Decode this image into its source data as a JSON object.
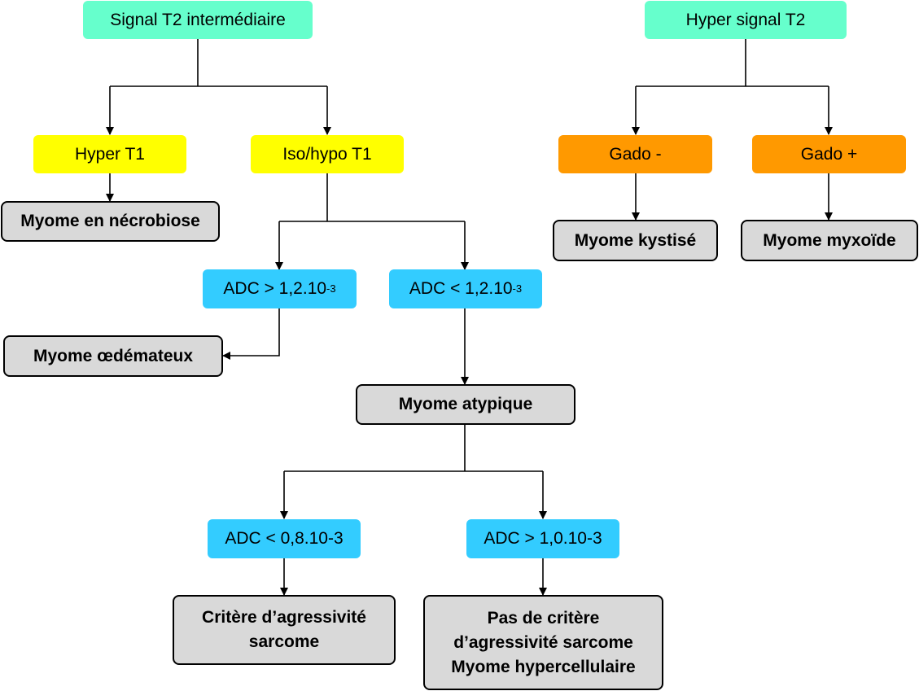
{
  "nodes": {
    "signal_t2_inter": "Signal T2 intermédiaire",
    "hyper_signal_t2": "Hyper signal T2",
    "hyper_t1": "Hyper T1",
    "iso_hypo_t1": "Iso/hypo T1",
    "gado_minus": "Gado -",
    "gado_plus": "Gado +",
    "myome_necrobiose": "Myome en nécrobiose",
    "myome_kystise": "Myome kystisé",
    "myome_myxoide": "Myome myxoïde",
    "adc_gt_base": "ADC > 1,2.10",
    "adc_gt_exp": "-3",
    "adc_lt_base": "ADC < 1,2.10",
    "adc_lt_exp": "-3",
    "myome_oedemateux": "Myome œdémateux",
    "myome_atypique": "Myome atypique",
    "adc_lt_08": "ADC < 0,8.10-3",
    "adc_gt_10": "ADC > 1,0.10-3",
    "critere_line1": "Critère d’agressivité",
    "critere_line2": "sarcome",
    "pas_critere_line1": "Pas de critère",
    "pas_critere_line2": "d’agressivité sarcome",
    "pas_critere_line3": "Myome hypercellulaire"
  }
}
